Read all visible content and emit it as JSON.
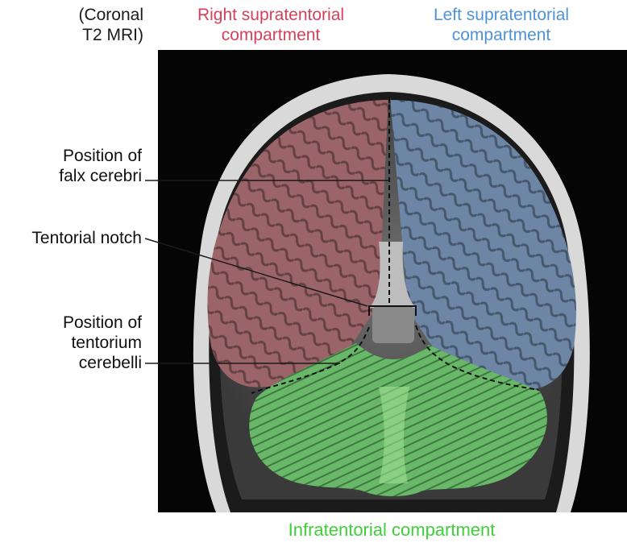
{
  "figure": {
    "modality_line1": "(Coronal",
    "modality_line2": "T2 MRI)",
    "compartments": {
      "right_supratentorial": {
        "line1": "Right supratentorial",
        "line2": "compartment",
        "color": "#d6405a"
      },
      "left_supratentorial": {
        "line1": "Left supratentorial",
        "line2": "compartment",
        "color": "#4f93d6"
      },
      "infratentorial": {
        "line1": "Infratentorial compartment",
        "color": "#3fcf3a"
      }
    },
    "labels": {
      "falx": {
        "line1": "Position of",
        "line2": "falx cerebri"
      },
      "notch": {
        "line1": "Tentorial notch"
      },
      "tentorium": {
        "line1": "Position of",
        "line2": "tentorium",
        "line3": "cerebelli"
      }
    }
  }
}
